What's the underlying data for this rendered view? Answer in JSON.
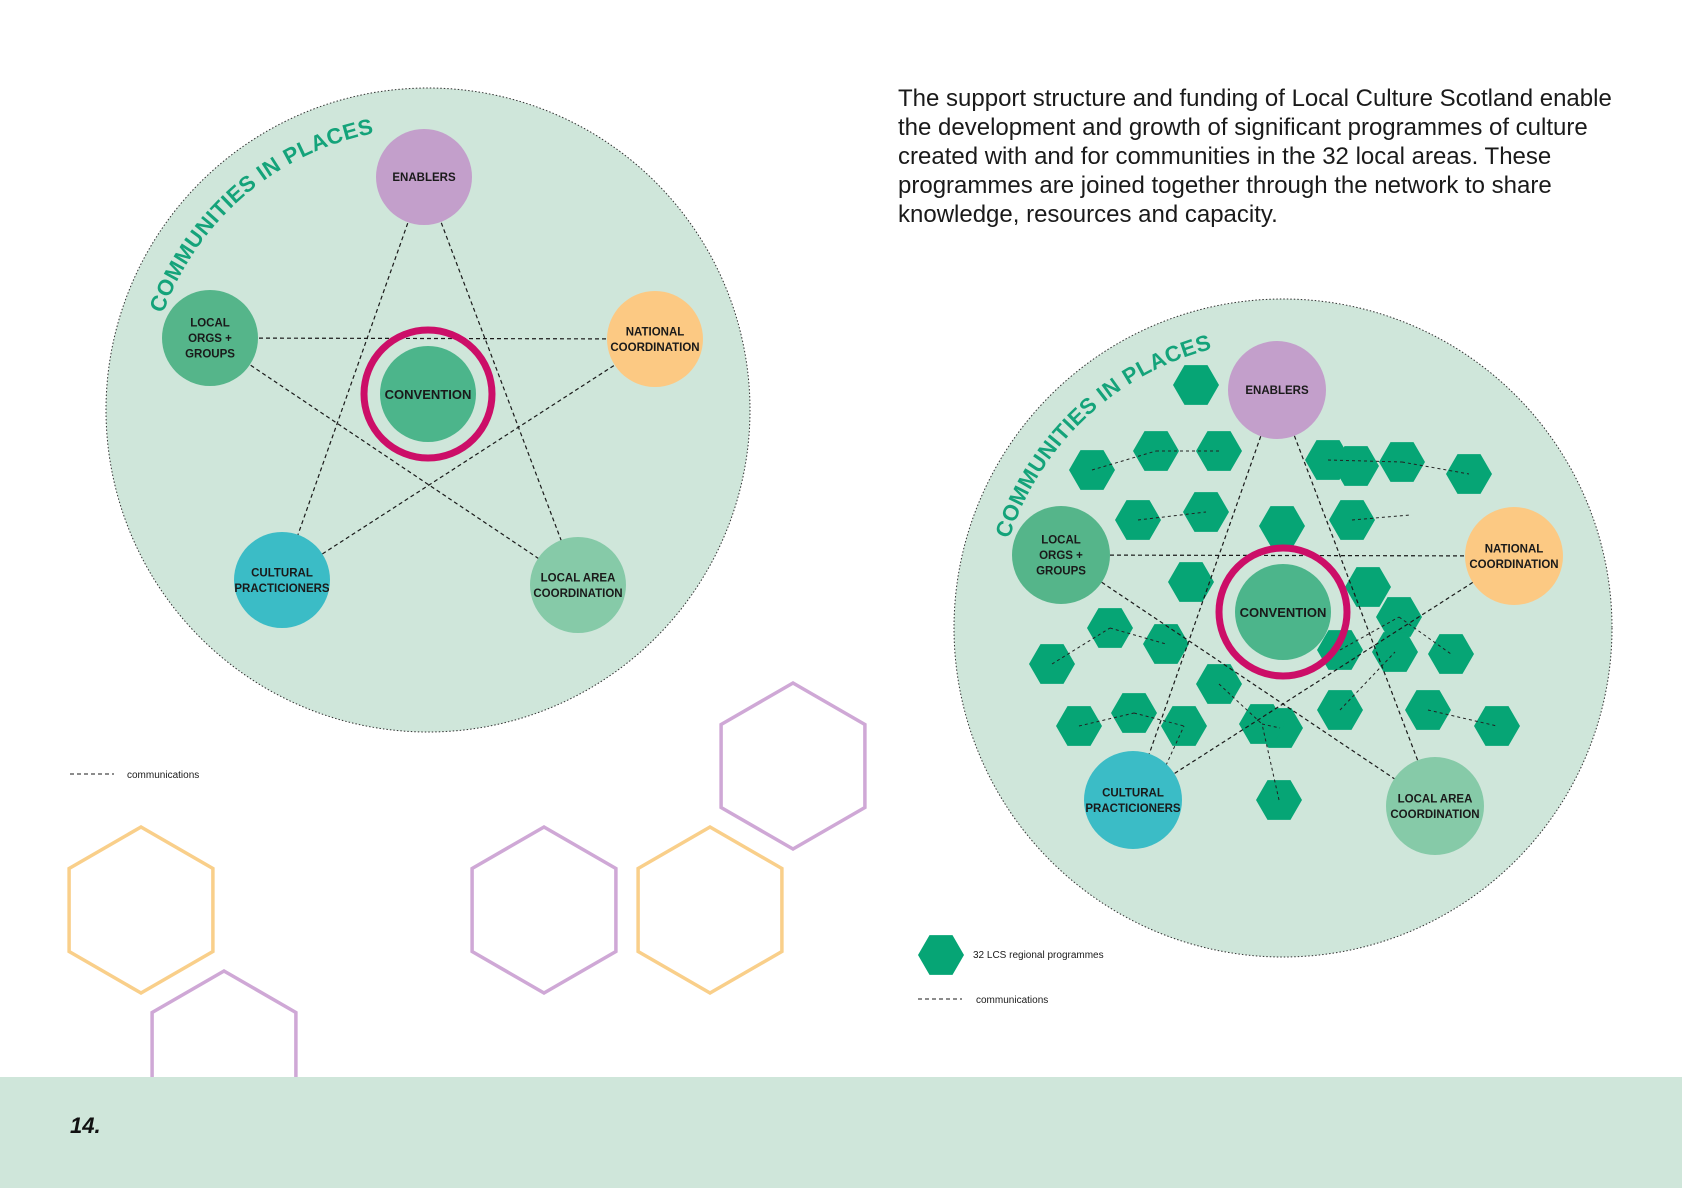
{
  "intro_text": "The support structure and funding of Local Culture Scotland enable the development and growth of significant programmes of culture created with and for communities in the 32 local areas. These programmes are joined together through the network to share knowledge, resources and capacity.",
  "page_number": "14.",
  "colors": {
    "bg_circle": "#cfe6da",
    "enablers": "#c39fcb",
    "local_orgs": "#55b58a",
    "national": "#fcc983",
    "cultural": "#3bbcc6",
    "local_area": "#86caa8",
    "convention_fill": "#4cb58b",
    "convention_ring": "#cc0e68",
    "hexagon": "#06a575",
    "arc_text": "#14a37a",
    "footer": "#cfe6da",
    "deco_orange": "#f9cf8a",
    "deco_purple": "#cfa8d6"
  },
  "diagram_left": {
    "arc_label": "COMMUNITIES IN PLACES",
    "center_label": "CONVENTION",
    "nodes": {
      "enablers": [
        "ENABLERS"
      ],
      "local_orgs": [
        "LOCAL",
        "ORGS +",
        "GROUPS"
      ],
      "national": [
        "NATIONAL",
        "COORDINATION"
      ],
      "cultural": [
        "CULTURAL",
        "PRACTICIONERS"
      ],
      "local_area": [
        "LOCAL AREA",
        "COORDINATION"
      ]
    }
  },
  "diagram_right": {
    "arc_label": "COMMUNITIES IN PLACES",
    "center_label": "CONVENTION",
    "nodes": {
      "enablers": [
        "ENABLERS"
      ],
      "local_orgs": [
        "LOCAL",
        "ORGS +",
        "GROUPS"
      ],
      "national": [
        "NATIONAL",
        "COORDINATION"
      ],
      "cultural": [
        "CULTURAL",
        "PRACTICIONERS"
      ],
      "local_area": [
        "LOCAL AREA",
        "COORDINATION"
      ]
    }
  },
  "legend_left": {
    "communications": "communications"
  },
  "legend_right": {
    "programmes": "32 LCS regional programmes",
    "communications": "communications"
  }
}
